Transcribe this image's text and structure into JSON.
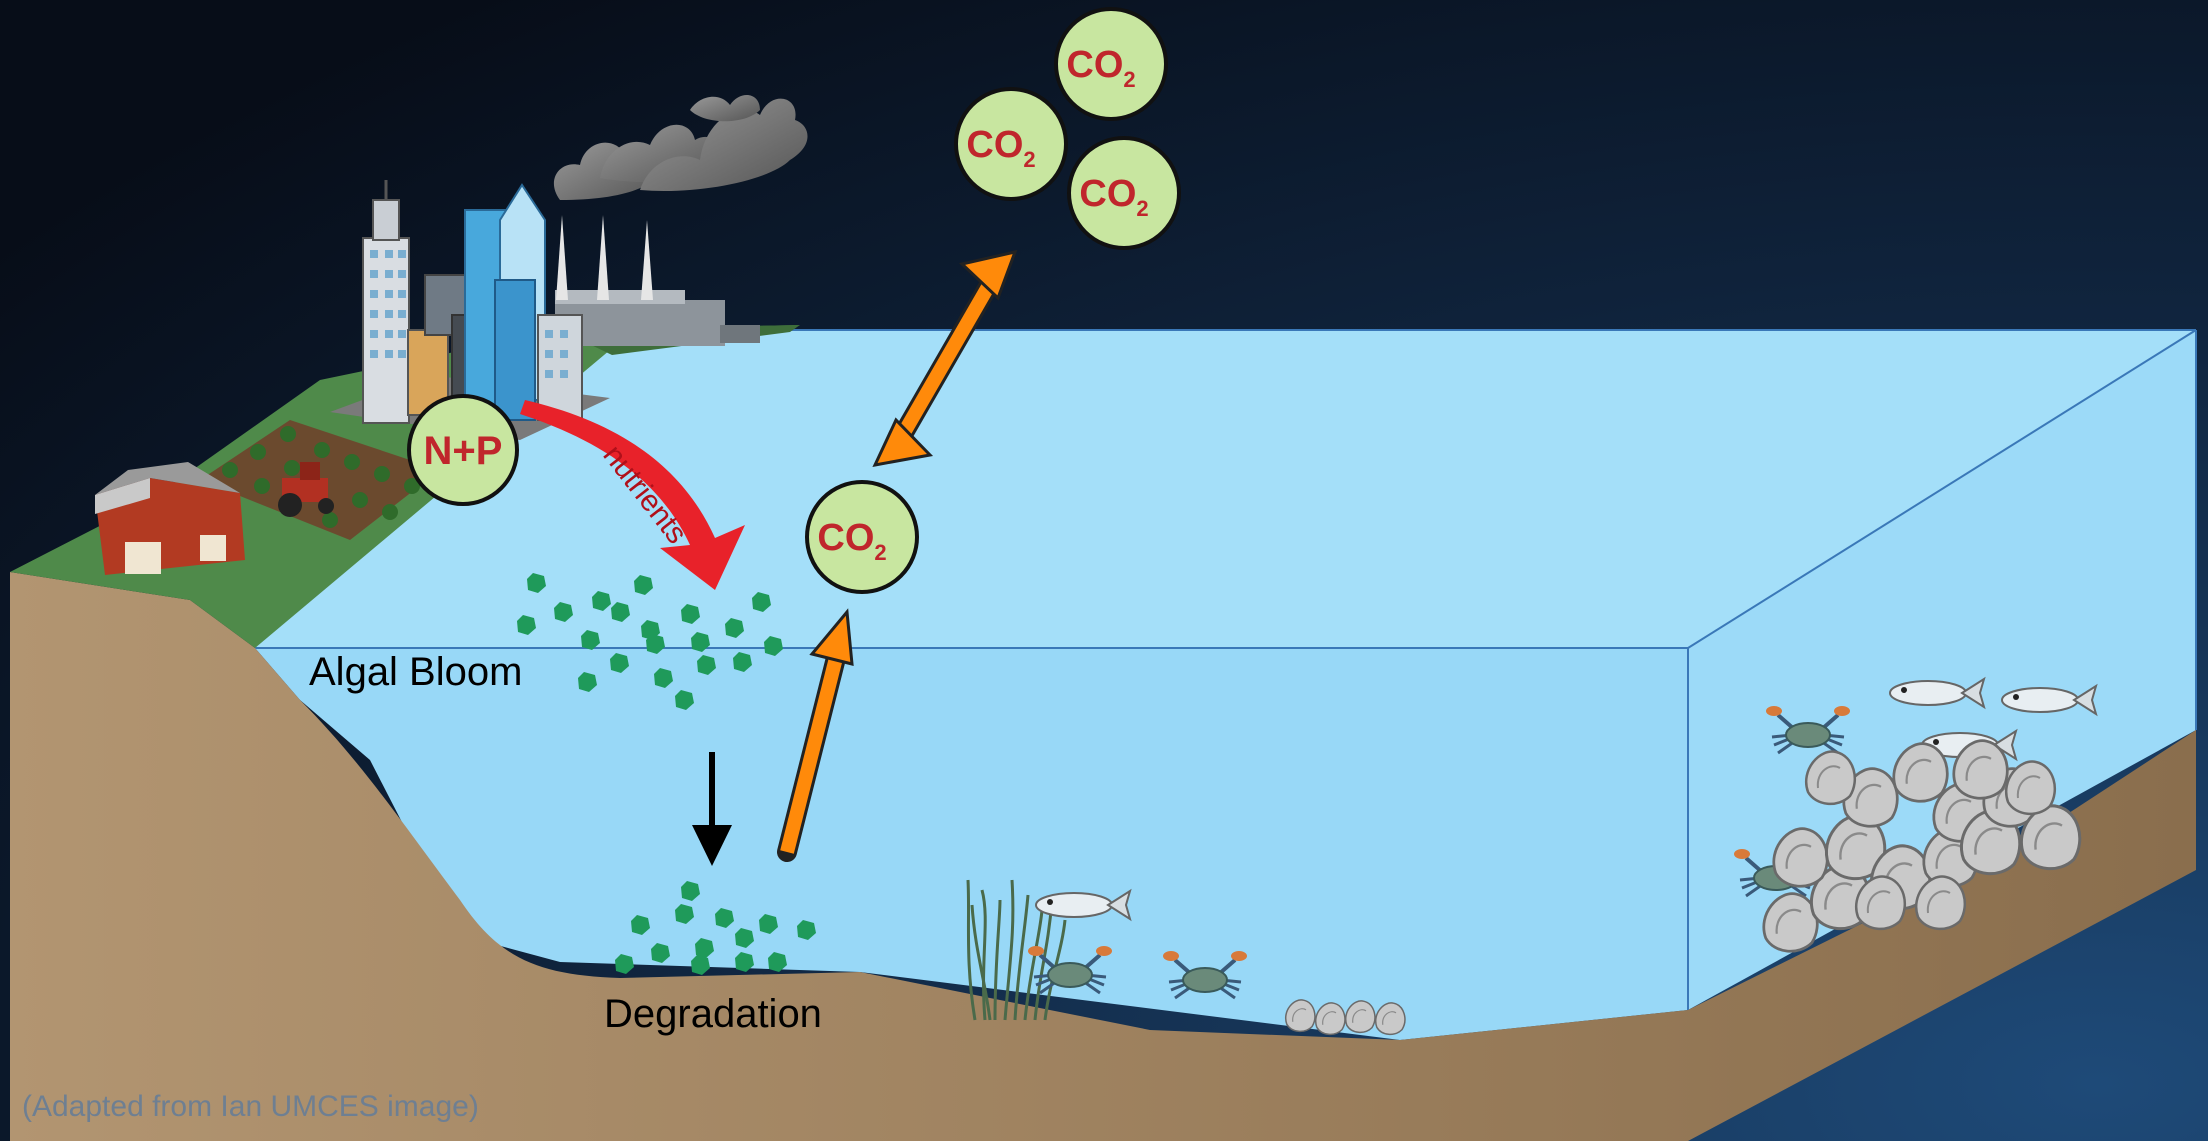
{
  "labels": {
    "algal_bloom": "Algal Bloom",
    "degradation": "Degradation",
    "nutrients": "nutrients",
    "np": "N+P",
    "credit": "(Adapted from Ian UMCES image)"
  },
  "co2": {
    "main": "CO",
    "sub": "2"
  },
  "colors": {
    "background_dark": "#0a1424",
    "background_light": "#1b3a5e",
    "water": "#9ddcf8",
    "sediment": "#a88a64",
    "land": "#4f8a4a",
    "co2_bubble": "#c8e6a0",
    "co2_text": "#c0262c",
    "exchange_arrow": "#ff8a0a",
    "nutrient_arrow": "#e8222a",
    "algae": "#1f9a5a"
  },
  "icons": {
    "city": "city-skyline-icon",
    "factory": "factory-smokestacks-icon",
    "smoke": "smoke-icon",
    "barn": "barn-icon",
    "tractor": "tractor-icon",
    "fish": "fish-icon",
    "crab": "crab-icon",
    "oyster": "oyster-icon",
    "seagrass": "seagrass-icon",
    "algae": "algae-cell-icon"
  }
}
